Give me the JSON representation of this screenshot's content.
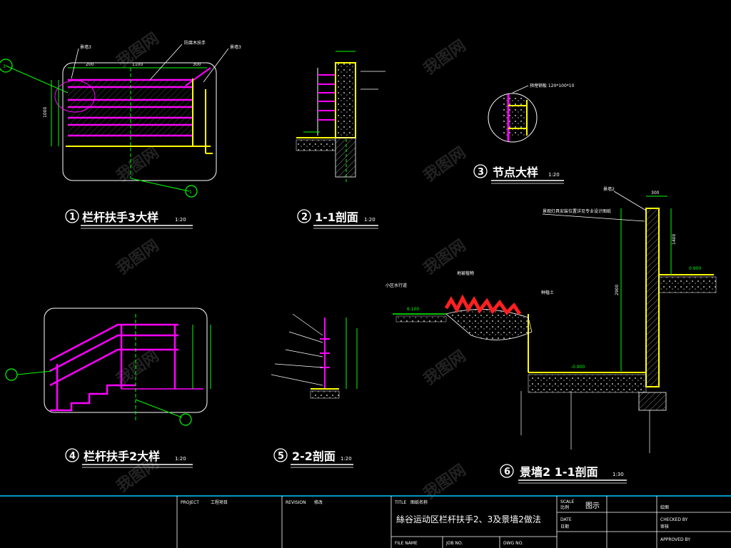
{
  "details": [
    {
      "num": "1",
      "title": "栏杆扶手3大样",
      "scale": "1:20"
    },
    {
      "num": "2",
      "title": "1-1剖面",
      "scale": "1:20"
    },
    {
      "num": "3",
      "title": "节点大样",
      "scale": "1:20"
    },
    {
      "num": "4",
      "title": "栏杆扶手2大样",
      "scale": "1:20"
    },
    {
      "num": "5",
      "title": "2-2剖面",
      "scale": "1:20"
    },
    {
      "num": "6",
      "title": "景墙2  1-1剖面",
      "scale": "1:30"
    }
  ],
  "labels": {
    "d1_wall": "景墙3",
    "d1_wall2": "景墙3",
    "d1_top": "防腐木扶手",
    "d1_dim1": "200",
    "d1_dim2": "1100",
    "d1_dim3": "300",
    "d1_height": "1000",
    "d3_note": "预埋钢板 120*100*10",
    "d6_wall": "景墙2",
    "d6_note1": "景观灯具安装位置详见专业设计图纸",
    "d6_note2": "小区水行道",
    "d6_note3": "地被植物",
    "d6_note4": "种植土",
    "d6_el1": "0.900",
    "d6_el2": "6.100",
    "d6_el3": "-0.900",
    "d6_dim1": "300",
    "d6_dim2": "1400",
    "d6_dim3": "2900"
  },
  "title_block": {
    "project_label": "PROJECT",
    "project_value": "工程项目",
    "revision_label": "REVISION",
    "revision_value": "修改",
    "title_label": "TITLE",
    "title_value": "图纸名称",
    "drawing_title": "絲谷运动区栏杆扶手2、3及景墙2做法",
    "scale_label": "SCALE",
    "scale_sub": "比例",
    "scale_value": "图示",
    "date_label": "DATE",
    "date_sub": "日期",
    "drawn_label": "绘图",
    "checked_label": "CHECKED BY",
    "checked_sub": "审核",
    "approved_label": "APPROVED BY",
    "file_label": "FILE NAME",
    "job_label": "JOB NO.",
    "dwg_label": "DWG NO."
  },
  "watermark": "我图网",
  "colors": {
    "background": "#000000",
    "green": "#00ff00",
    "yellow": "#ffff00",
    "magenta": "#ff00ff",
    "white": "#ffffff",
    "red": "#ff2020",
    "cyan": "#00ffff",
    "frame": "#00c8ff"
  }
}
